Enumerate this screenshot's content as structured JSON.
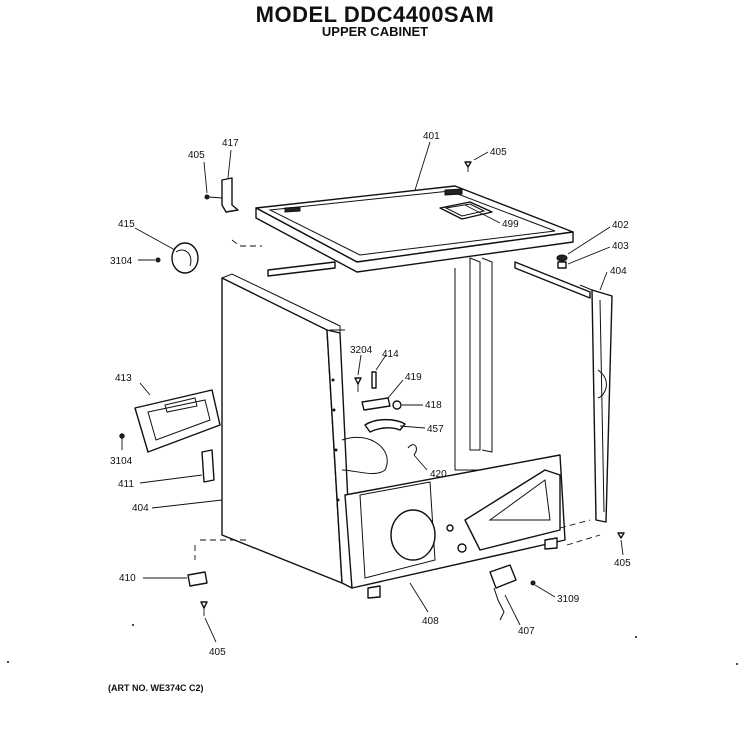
{
  "header": {
    "title": "MODEL DDC4400SAM",
    "subtitle": "UPPER CABINET"
  },
  "footer": {
    "art_no": "(ART NO. WE374C C2)"
  },
  "labels": {
    "p405_top_left": "405",
    "p417": "417",
    "p401": "401",
    "p405_top": "405",
    "p499": "499",
    "p415": "415",
    "p3104_top": "3104",
    "p402": "402",
    "p403": "403",
    "p404_right": "404",
    "p3204": "3204",
    "p414": "414",
    "p419": "419",
    "p418": "418",
    "p413": "413",
    "p457": "457",
    "p3104_left": "3104",
    "p420": "420",
    "p411": "411",
    "p404_left": "404",
    "p405_right": "405",
    "p410": "410",
    "p3109": "3109",
    "p408": "408",
    "p407": "407",
    "p405_bottom": "405"
  }
}
